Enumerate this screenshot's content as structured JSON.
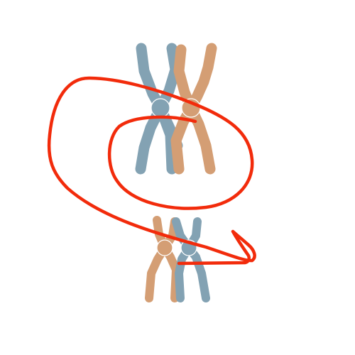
{
  "colors": {
    "background": "#ffffff",
    "chromosome_blue": "#83a2b3",
    "chromosome_tan": "#d49e74",
    "swap_arrow": "#f22b0b"
  },
  "diagram": {
    "top_pair": {
      "left_chromosome_color": "blue",
      "right_chromosome_color": "tan"
    },
    "bottom_pair": {
      "left_chromosome_color": "tan",
      "right_chromosome_color": "blue"
    },
    "arrow_icon": "curved-swap-arrow-icon"
  }
}
